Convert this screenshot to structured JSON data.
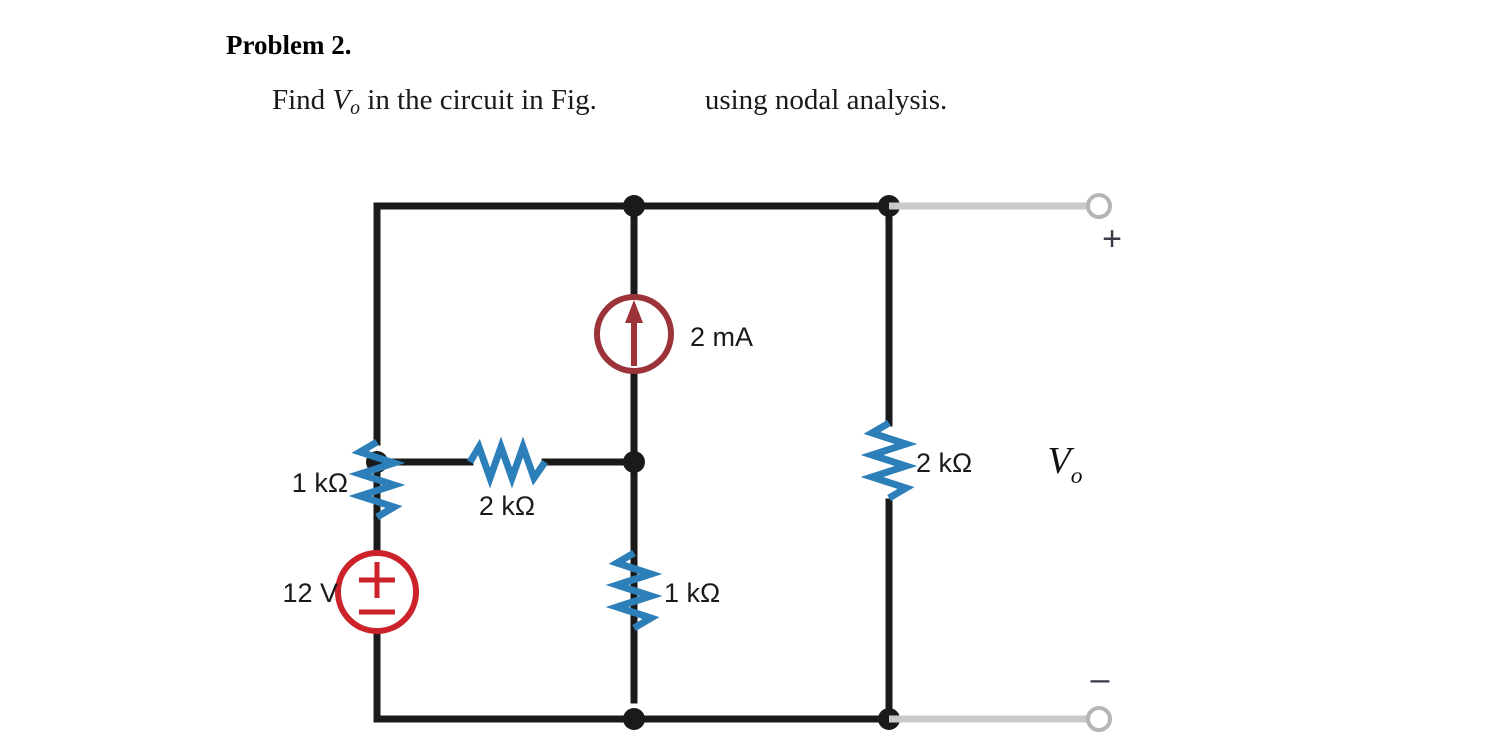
{
  "heading": "Problem 2.",
  "statement": {
    "before_vo": "Find ",
    "vo_symbol": "V",
    "vo_subscript": "o",
    "after_vo": " in the circuit in Fig.",
    "tail": "using nodal analysis."
  },
  "circuit": {
    "components": [
      {
        "id": "r-left",
        "type": "resistor",
        "orientation": "vertical",
        "label": "1 kΩ",
        "color": "#2C7FB8"
      },
      {
        "id": "r-middle-h",
        "type": "resistor",
        "orientation": "horizontal",
        "label": "2 kΩ",
        "color": "#2C7FB8"
      },
      {
        "id": "r-middle-v",
        "type": "resistor",
        "orientation": "vertical",
        "label": "1 kΩ",
        "color": "#2C7FB8"
      },
      {
        "id": "r-right",
        "type": "resistor",
        "orientation": "vertical",
        "label": "2 kΩ",
        "color": "#2C7FB8"
      },
      {
        "id": "current-source",
        "type": "current-source",
        "label": "2 mA",
        "color": "#9B3338",
        "arrow_direction": "up"
      },
      {
        "id": "voltage-source",
        "type": "voltage-source",
        "label": "12 V",
        "color": "#CC2229",
        "plus": "+",
        "minus": "−"
      }
    ],
    "output": {
      "label_symbol": "V",
      "label_subscript": "o",
      "terminal_plus": "+",
      "terminal_minus": "–"
    },
    "colors": {
      "wire": "#1a1a1a",
      "resistor": "#2C7FB8",
      "current_source": "#9B3338",
      "voltage_source": "#CC2229",
      "terminal_lead": "#c9c9c9",
      "terminal_ring": "#b5b5b5"
    }
  }
}
